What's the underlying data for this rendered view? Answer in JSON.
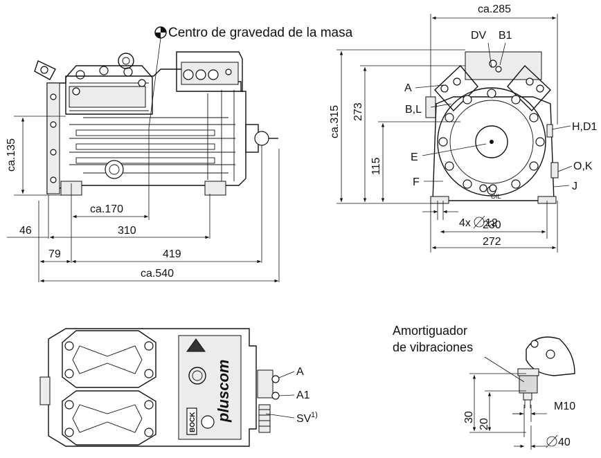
{
  "title_note": "Centro de gravedad de la masa",
  "front_view": {
    "dims": {
      "d_135": "ca.135",
      "d_170": "ca.170",
      "d_310": "310",
      "d_46": "46",
      "d_79": "79",
      "d_419": "419",
      "d_540": "ca.540"
    }
  },
  "side_view": {
    "dims": {
      "d_285": "ca.285",
      "d_315": "ca.315",
      "d_273": "273",
      "d_115": "115",
      "d_holes_prefix": "4x",
      "d_holes_value": "12",
      "d_230": "230",
      "d_272": "272"
    },
    "labels": {
      "DV": "DV",
      "B1": "B1",
      "A": "A",
      "BL": "B,L",
      "E": "E",
      "F": "F",
      "HD1": "H,D1",
      "OK": "O,K",
      "J": "J"
    },
    "oil_mark": "OIL"
  },
  "top_view": {
    "labels": {
      "A": "A",
      "A1": "A1",
      "SV": "SV",
      "SV_sup": "1)"
    },
    "brand": "pluscom",
    "maker": "BOCK"
  },
  "damper": {
    "title_line1": "Amortiguador",
    "title_line2": "de vibraciones",
    "dims": {
      "d_30": "30",
      "d_20": "20",
      "d_m10": "M10",
      "d_40": "40"
    }
  }
}
